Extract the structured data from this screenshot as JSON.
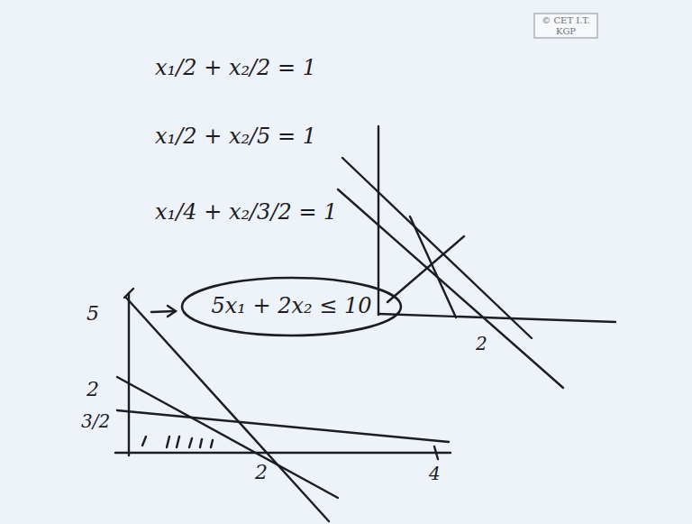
{
  "diagram": {
    "nodes": [
      {
        "text": [
          "© CET I.T. KGP"
        ]
      },
      {
        "text": [
          "5x₁ + 2x₂ ≤ 10"
        ]
      }
    ],
    "labels": [
      "x₁/2 + x₂/2 = 1",
      "x₁/2 + x₂/5 = 1",
      "x₁/4 + x₂/3/2 = 1",
      "5",
      "2",
      "3/2",
      "2",
      "4",
      "2"
    ]
  }
}
